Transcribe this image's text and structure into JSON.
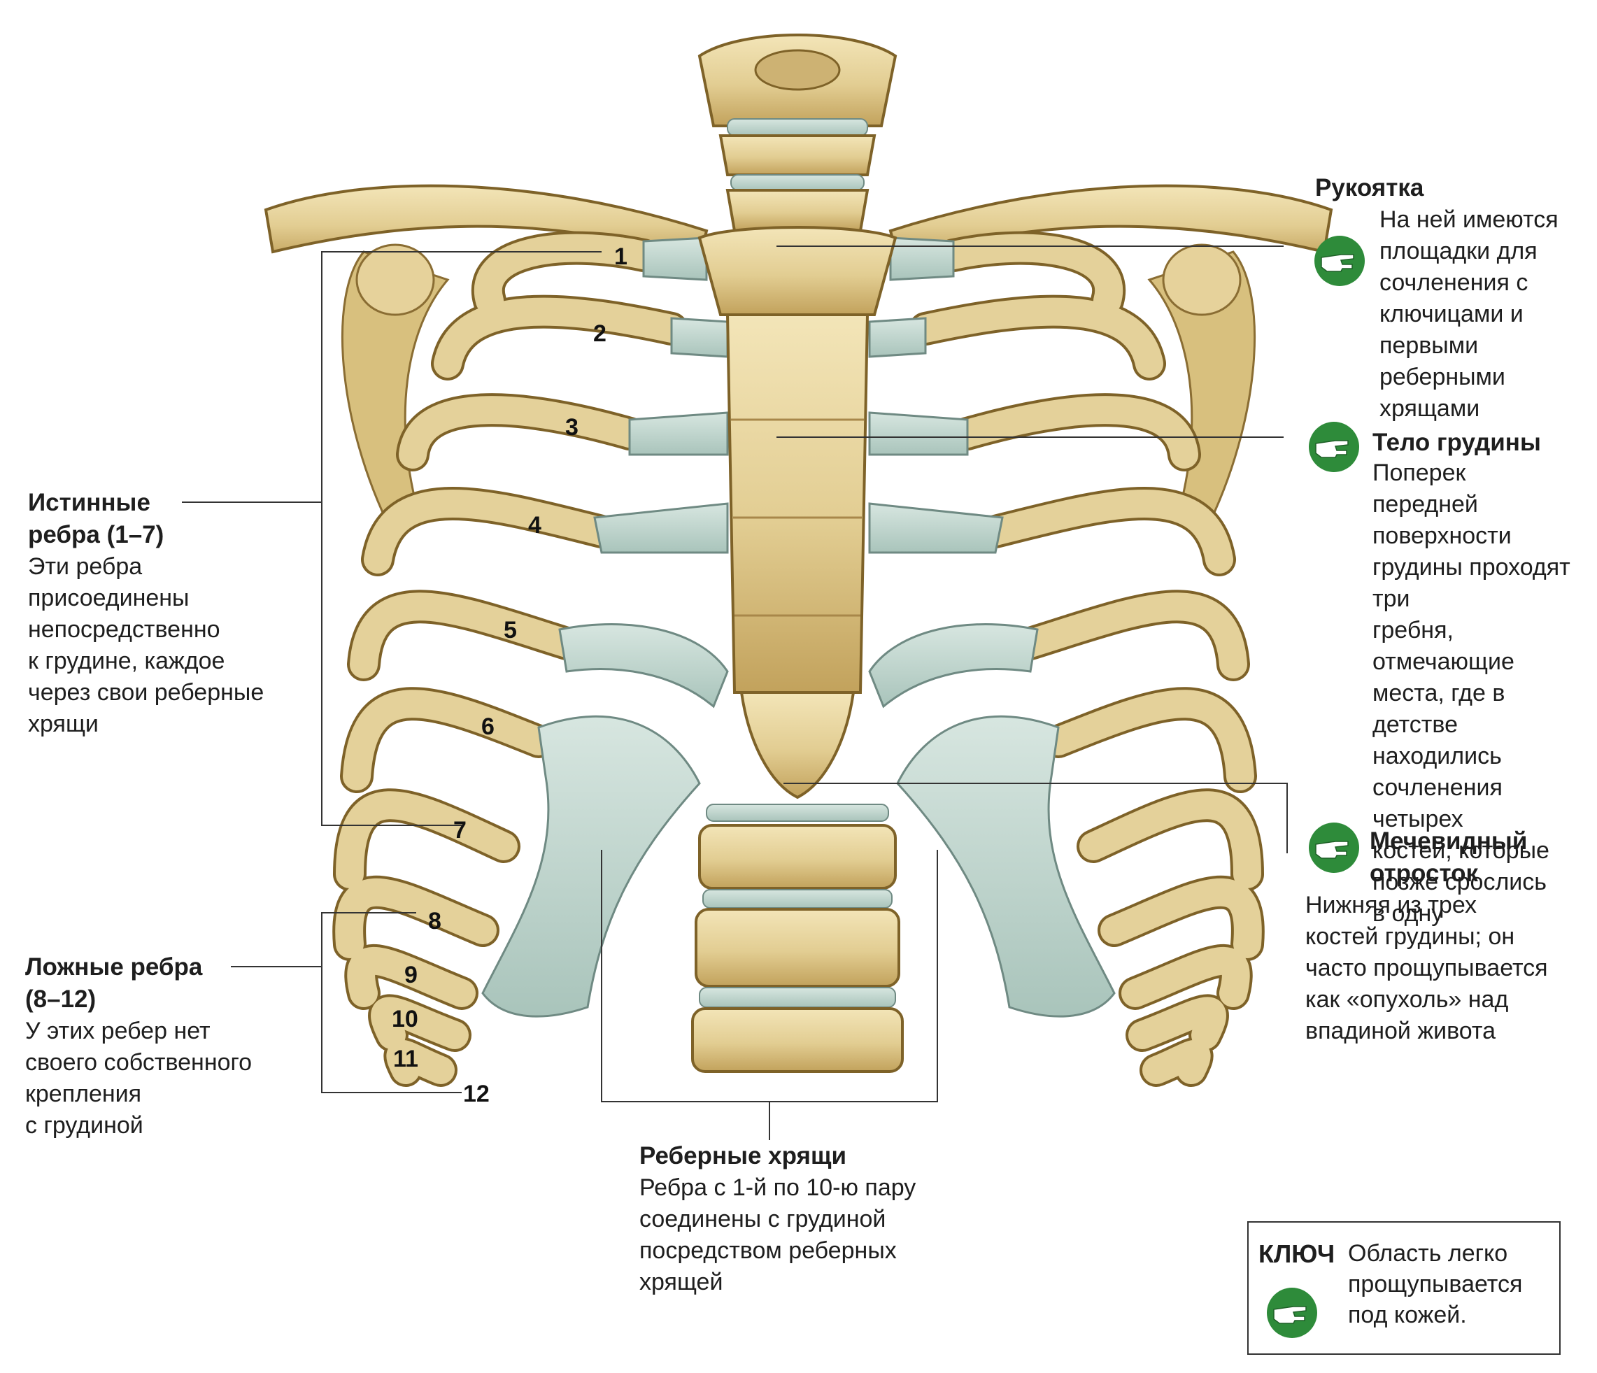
{
  "labels": {
    "manubrium": {
      "title": "Рукоятка",
      "text": "На ней имеются\nплощадки для\nсочленения с\nключицами и\nпервыми реберными\nхрящами"
    },
    "sternum_body": {
      "title": "Тело грудины",
      "text": "Поперек\nпередней поверхности\nгрудины проходят три\nгребня, отмечающие\nместа, где в детстве\nнаходились\nсочленения четырех\nкостей, которые\nпозже срослись\nв одну"
    },
    "xiphoid": {
      "title": "Мечевидный\nотросток",
      "text": "Нижняя из трех\nкостей грудины; он\nчасто прощупывается\nкак «опухоль» над\nвпадиной живота"
    },
    "true_ribs": {
      "title": "Истинные\nребра (1–7)",
      "text": "Эти ребра\nприсоединены\nнепосредственно\nк грудине, каждое\nчерез свои реберные\nхрящи"
    },
    "false_ribs": {
      "title": "Ложные ребра\n(8–12)",
      "text": "У этих ребер нет\nсвоего собственного\nкрепления\nс грудиной"
    },
    "costal_cartilage": {
      "title": "Реберные хрящи",
      "text": "Ребра с 1-й по 10-ю пару\nсоединены с грудиной\nпосредством реберных\nхрящей"
    }
  },
  "rib_numbers": [
    "1",
    "2",
    "3",
    "4",
    "5",
    "6",
    "7",
    "8",
    "9",
    "10",
    "11",
    "12"
  ],
  "key": {
    "label": "КЛЮЧ",
    "text": "Область легко\nпрощупывается\nпод кожей."
  },
  "icons": {
    "palpable": "pointing-hand-icon"
  },
  "colors": {
    "bone": "#e4d19a",
    "bone_shadow": "#b89a55",
    "cartilage": "#bfd6cf",
    "icon_green": "#2e8b3a"
  }
}
